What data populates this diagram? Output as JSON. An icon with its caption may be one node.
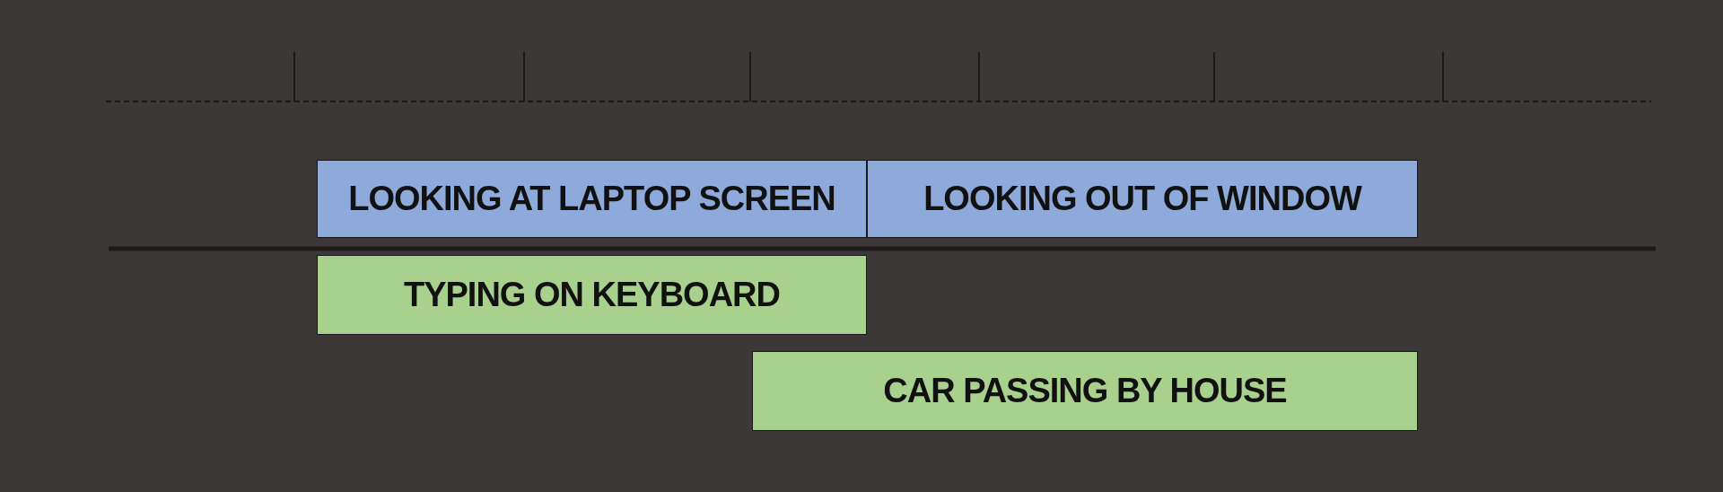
{
  "diagram": {
    "nodes": [
      {
        "text": [
          "LOOKING AT LAPTOP SCREEN"
        ]
      },
      {
        "text": [
          "LOOKING OUT OF WINDOW"
        ]
      },
      {
        "text": [
          "TYPING ON KEYBOARD"
        ]
      },
      {
        "text": [
          "CAR PASSING BY HOUSE"
        ]
      }
    ],
    "edges": []
  }
}
